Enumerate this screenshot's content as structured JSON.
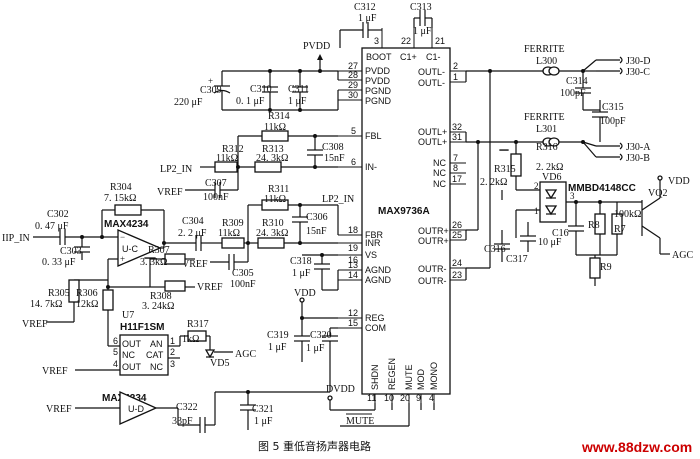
{
  "chip": {
    "name": "MAX9736A",
    "left_pins": [
      {
        "num": "27",
        "name": "PVDD"
      },
      {
        "num": "28",
        "name": "PVDD"
      },
      {
        "num": "29",
        "name": "PGND"
      },
      {
        "num": "30",
        "name": "PGND"
      },
      {
        "num": "5",
        "name": "FBL"
      },
      {
        "num": "6",
        "name": "IN-"
      },
      {
        "num": "18",
        "name": "FBR"
      },
      {
        "num": "19",
        "name": "INR"
      },
      {
        "num": "16",
        "name": "VS"
      },
      {
        "num": "13",
        "name": "AGND"
      },
      {
        "num": "14",
        "name": "AGND"
      },
      {
        "num": "12",
        "name": "REG"
      },
      {
        "num": "15",
        "name": "COM"
      }
    ],
    "top_pins": [
      {
        "num": "3",
        "name": "BOOT"
      },
      {
        "num": "22",
        "name": "C1+"
      },
      {
        "num": "21",
        "name": "C1-"
      }
    ],
    "right_pins": [
      {
        "num": "2",
        "name": "OUTL-"
      },
      {
        "num": "1",
        "name": "OUTL-"
      },
      {
        "num": "32",
        "name": "OUTL+"
      },
      {
        "num": "31",
        "name": "OUTL+"
      },
      {
        "num": "7",
        "name": "NC"
      },
      {
        "num": "8",
        "name": "NC"
      },
      {
        "num": "17",
        "name": "NC"
      },
      {
        "num": "26",
        "name": "OUTR+"
      },
      {
        "num": "25",
        "name": "OUTR+"
      },
      {
        "num": "24",
        "name": "OUTR-"
      },
      {
        "num": "23",
        "name": "OUTR-"
      }
    ],
    "bottom_pins": [
      {
        "num": "11",
        "name": "SHDN"
      },
      {
        "num": "10",
        "name": "REGEN"
      },
      {
        "num": "20",
        "name": "MUTE"
      },
      {
        "num": "9",
        "name": "MOD"
      },
      {
        "num": "4",
        "name": "MONO"
      }
    ]
  },
  "labels": {
    "c312": "C312",
    "c312v": "1 μF",
    "c313": "C313",
    "c313v": "1 μF",
    "pvdd": "PVDD",
    "c309": "C309",
    "c309v": "220 μF",
    "c310": "C310",
    "c310v": "0. 1 μF",
    "c311": "C311",
    "c311v": "1 μF",
    "r314": "R314",
    "r314v": "11kΩ",
    "r312": "R312",
    "r312v": "11kΩ",
    "r313": "R313",
    "r313v": "24. 3kΩ",
    "c308": "C308",
    "c308v": "15nF",
    "lp2in1": "LP2_IN",
    "vref1": "VREF",
    "c307": "C307",
    "c307v": "100nF",
    "r304": "R304",
    "r304v": "7. 15kΩ",
    "c302": "C302",
    "c302v": "0. 47 μF",
    "max4234a": "MAX4234",
    "iip_in": "IIP_IN",
    "c303": "C303",
    "c303v": "0. 33 μF",
    "uc": "U-C",
    "r307": "R307",
    "r307v": "3. 3kΩ",
    "c304": "C304",
    "c304v": "2. 2 μF",
    "r309": "R309",
    "r309v": "11kΩ",
    "r311": "R311",
    "r311v": "11kΩ",
    "r310": "R310",
    "r310v": "24. 3kΩ",
    "c306": "C306",
    "c306v": "15nF",
    "lp2in2": "LP2_IN",
    "vref2": "VREF",
    "c305": "C305",
    "c305v": "100nF",
    "r308": "R308",
    "r308v": "3. 24kΩ",
    "vref3": "VREF",
    "r305": "R305",
    "r305v": "14. 7kΩ",
    "r306": "R306",
    "r306v": "12kΩ",
    "c318": "C318",
    "c318v": "1 μF",
    "vdd1": "VDD",
    "u7": "U7",
    "h11f1sm": "H11F1SM",
    "r317": "R317",
    "r317v": "1kΩ",
    "vd5": "VD5",
    "agc1": "AGC",
    "opto_pins": [
      "OUT",
      "NC",
      "OUT",
      "AN",
      "CAT",
      "NC"
    ],
    "opto_nums": [
      "6",
      "5",
      "4",
      "1",
      "2",
      "3"
    ],
    "c319": "C319",
    "c319v": "1 μF",
    "c320": "C320",
    "c320v": "1 μF",
    "vref4": "VREF",
    "vref5": "VREF",
    "max4234b": "MAX4234",
    "ud": "U-D",
    "c322": "C322",
    "c322v": "33pF",
    "c321": "C321",
    "c321v": "1 μF",
    "dvdd": "DVDD",
    "mute": "MUTE",
    "ferrite1": "FERRITE",
    "l300": "L300",
    "ferrite2": "FERRITE",
    "l301": "L301",
    "c314": "C314",
    "c314v": "100pF",
    "c315": "C315",
    "c315v": "100pF",
    "j30d": "J30-D",
    "j30c": "J30-C",
    "j30a": "J30-A",
    "j30b": "J30-B",
    "r315": "R315",
    "r315v": "2. 2kΩ",
    "r316": "R316",
    "r316v": "2. 2kΩ",
    "vd6": "VD6",
    "mmbd": "MMBD4148CC",
    "c316": "C316",
    "c16": "C16",
    "c16v": "10 μF",
    "c317": "C317",
    "r8": "R8",
    "r7": "R7",
    "r7v": "100kΩ",
    "r9": "R9",
    "vq2": "VQ2",
    "vdd2": "VDD",
    "agc2": "AGC",
    "caption": "图 5  重低音扬声器电路",
    "watermark": "www.88dzw.com"
  }
}
